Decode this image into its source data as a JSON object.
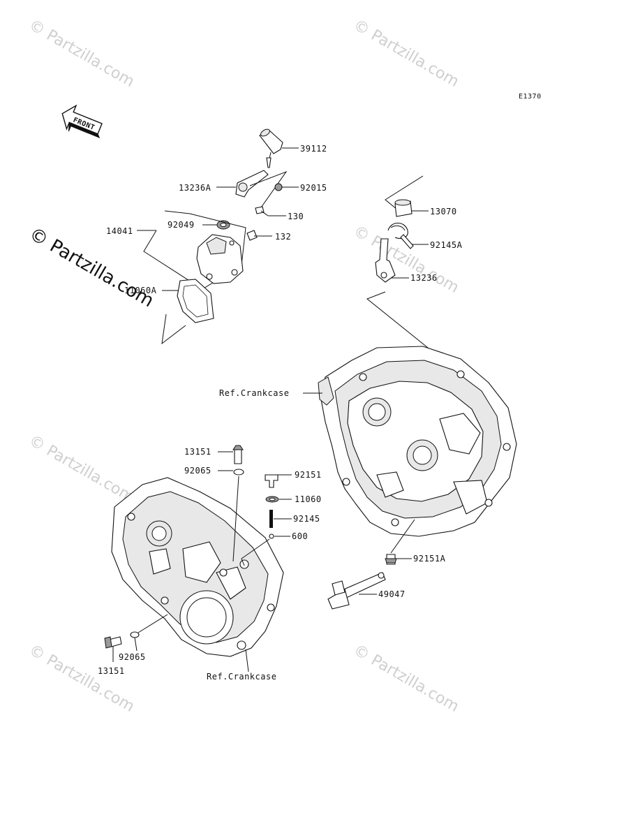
{
  "diagram_code": "E1370",
  "front_label": "FRONT",
  "watermark": {
    "main": "© Partzilla.com",
    "tile": "© Partzilla.com"
  },
  "parts": [
    {
      "id": "39112",
      "label": "39112"
    },
    {
      "id": "13236A",
      "label": "13236A"
    },
    {
      "id": "92015",
      "label": "92015"
    },
    {
      "id": "130",
      "label": "130"
    },
    {
      "id": "14041",
      "label": "14041"
    },
    {
      "id": "92049",
      "label": "92049"
    },
    {
      "id": "132",
      "label": "132"
    },
    {
      "id": "11060A",
      "label": "11060A"
    },
    {
      "id": "13070",
      "label": "13070"
    },
    {
      "id": "92145A",
      "label": "92145A"
    },
    {
      "id": "13236",
      "label": "13236"
    },
    {
      "id": "ref-crankcase-upper",
      "label": "Ref.Crankcase"
    },
    {
      "id": "13151-upper",
      "label": "13151"
    },
    {
      "id": "92065-upper",
      "label": "92065"
    },
    {
      "id": "92151",
      "label": "92151"
    },
    {
      "id": "11060",
      "label": "11060"
    },
    {
      "id": "92145",
      "label": "92145"
    },
    {
      "id": "600",
      "label": "600"
    },
    {
      "id": "92151A",
      "label": "92151A"
    },
    {
      "id": "49047",
      "label": "49047"
    },
    {
      "id": "92065-lower",
      "label": "92065"
    },
    {
      "id": "13151-lower",
      "label": "13151"
    },
    {
      "id": "ref-crankcase-lower",
      "label": "Ref.Crankcase"
    }
  ]
}
